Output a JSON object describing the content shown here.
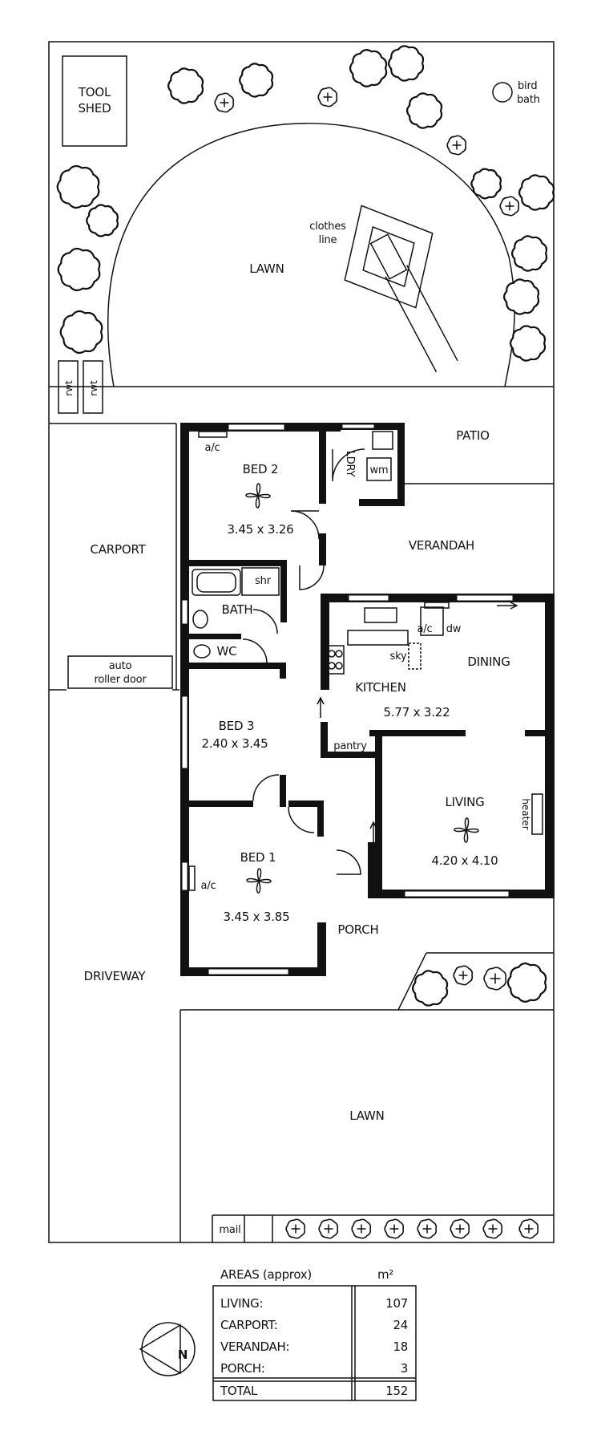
{
  "site": {
    "tool_shed": [
      "TOOL",
      "SHED"
    ],
    "bird_bath": [
      "bird",
      "bath"
    ],
    "clothes_line": [
      "clothes",
      "line"
    ],
    "rear_lawn": "LAWN",
    "rwt": "rwt",
    "patio": "PATIO",
    "verandah": "VERANDAH",
    "carport": "CARPORT",
    "roller_door": [
      "auto",
      "roller door"
    ],
    "driveway": "DRIVEWAY",
    "front_lawn": "LAWN",
    "mail": "mail"
  },
  "rooms": {
    "bed2": {
      "name": "BED 2",
      "size": "3.45 x 3.26"
    },
    "bed3": {
      "name": "BED 3",
      "size": "2.40 x 3.45"
    },
    "bed1": {
      "name": "BED 1",
      "size": "3.45 x 3.85"
    },
    "bath": "BATH",
    "shr": "shr",
    "wc": "WC",
    "ldry": "LDRY",
    "wm": "wm",
    "kitchen": "KITCHEN",
    "sky": "sky",
    "dw": "dw",
    "dining": "DINING",
    "kitchen_dining_size": "5.77 x 3.22",
    "pantry": "pantry",
    "living": {
      "name": "LIVING",
      "size": "4.20 x 4.10"
    },
    "heater": "heater",
    "porch": "PORCH",
    "ac": "a/c"
  },
  "areas": {
    "heading": "AREAS (approx)",
    "unit": "m²",
    "rows": [
      {
        "label": "LIVING:",
        "value": "107"
      },
      {
        "label": "CARPORT:",
        "value": "24"
      },
      {
        "label": "VERANDAH:",
        "value": "18"
      },
      {
        "label": "PORCH:",
        "value": "3"
      }
    ],
    "total_label": "TOTAL",
    "total_value": "152"
  },
  "north_label": "N"
}
